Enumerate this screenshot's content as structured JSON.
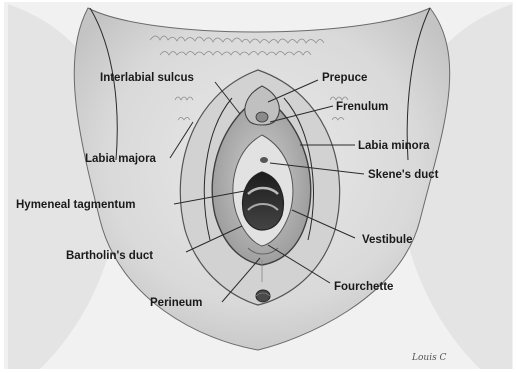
{
  "figure": {
    "labels": {
      "interlabial_sulcus": "Interlabial sulcus",
      "prepuce": "Prepuce",
      "frenulum": "Frenulum",
      "labia_minora": "Labia minora",
      "labia_majora": "Labia majora",
      "skenes_duct": "Skene's duct",
      "hymeneal_tagmentum": "Hymeneal tagmentum",
      "vestibule": "Vestibule",
      "bartholins_duct": "Bartholin's duct",
      "fourchette": "Fourchette",
      "perineum": "Perineum"
    },
    "artist_signature": "Louis C"
  }
}
